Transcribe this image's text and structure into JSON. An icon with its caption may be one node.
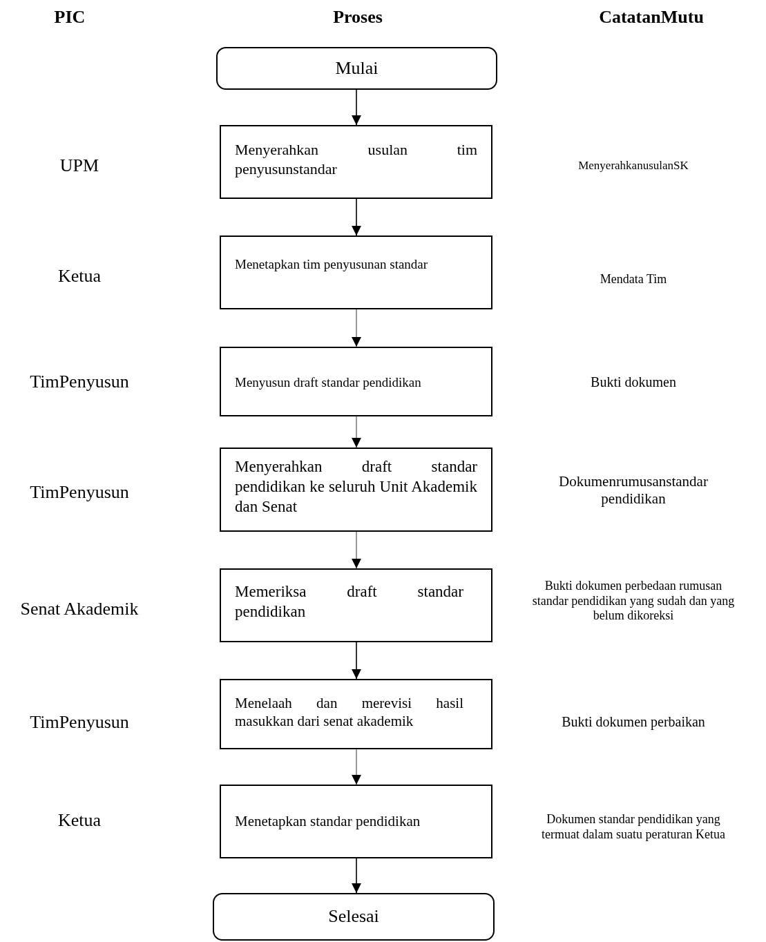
{
  "diagram": {
    "nodes": [
      {
        "text": [
          "Mulai"
        ]
      },
      {
        "text": [
          "Menyerahkan usulan tim penyusunstandar"
        ]
      },
      {
        "text": [
          "Menetapkan tim penyusunan standar"
        ]
      },
      {
        "text": [
          "Menyusun draft standar pendidikan"
        ]
      },
      {
        "text": [
          "Menyerahkan draft standar pendidikan ke seluruh Unit Akademik dan Senat"
        ]
      },
      {
        "text": [
          "Memeriksa draft standar pendidikan"
        ]
      },
      {
        "text": [
          "Menelaah dan merevisi hasil masukkan dari senat akademik"
        ]
      },
      {
        "text": [
          "Menetapkan standar pendidikan"
        ]
      },
      {
        "text": [
          "Selesai"
        ]
      }
    ],
    "edges": [
      {
        "from": 0,
        "to": 1,
        "arrow": "to"
      },
      {
        "from": 1,
        "to": 2,
        "arrow": "to"
      },
      {
        "from": 2,
        "to": 3,
        "arrow": "to",
        "color": "#808080"
      },
      {
        "from": 3,
        "to": 4,
        "arrow": "to",
        "color": "#808080"
      },
      {
        "from": 4,
        "to": 5,
        "arrow": "to",
        "color": "#808080"
      },
      {
        "from": 5,
        "to": 6,
        "arrow": "to"
      },
      {
        "from": 6,
        "to": 7,
        "arrow": "to",
        "color": "#808080"
      },
      {
        "from": 7,
        "to": 8,
        "arrow": "to"
      }
    ],
    "labels": [
      "PIC",
      "Proses",
      "CatatanMutu",
      "UPM",
      "MenyerahkanusulanSK",
      "Ketua",
      "Mendata Tim",
      "TimPenyusun",
      "Bukti dokumen",
      "TimPenyusun",
      "Dokumenrumusanstandar pendidikan",
      "Senat Akademik",
      "Bukti dokumen perbedaan rumusan standar pendidikan yang sudah dan yang belum dikoreksi",
      "TimPenyusun",
      "Bukti dokumen perbaikan",
      "Ketua",
      "Dokumen standar pendidikan yang termuat dalam suatu peraturan Ketua"
    ]
  }
}
